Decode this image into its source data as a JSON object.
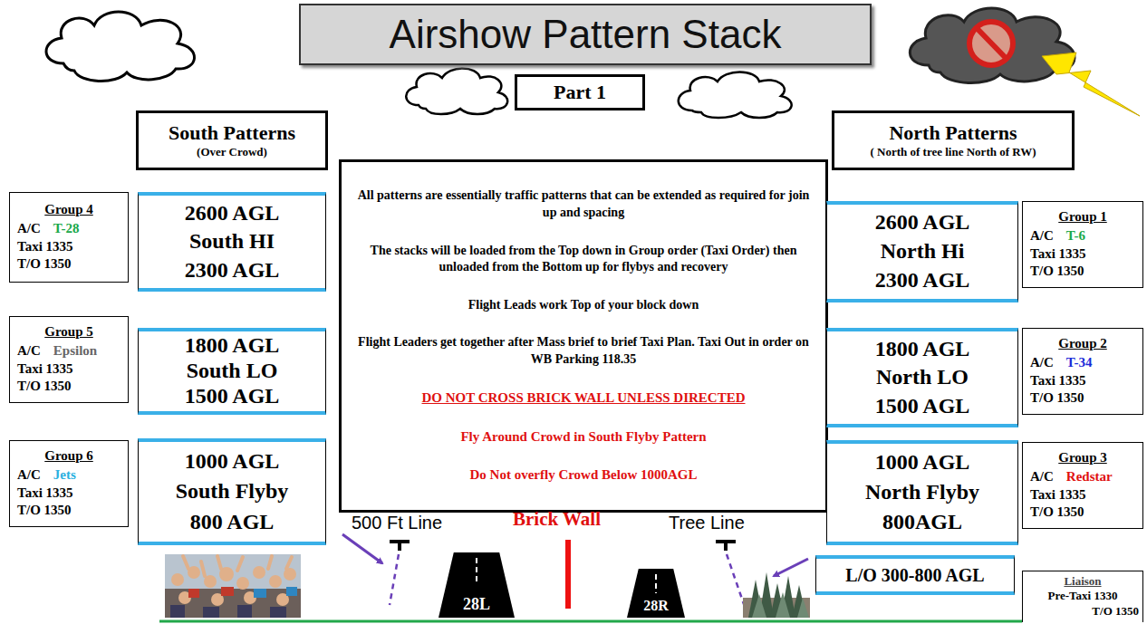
{
  "diagram": {
    "title": "Airshow Pattern Stack",
    "nodes": [
      {
        "text": [
          "Part 1"
        ]
      },
      {
        "text": [
          "South Patterns",
          "(Over Crowd)"
        ]
      },
      {
        "text": [
          "North Patterns",
          "( North of tree line North of RW)"
        ]
      },
      {
        "text": [
          "All patterns are essentially traffic patterns that can be extended as required for join up and spacing",
          "The stacks will be loaded from the Top down in Group order (Taxi Order) then unloaded from the Bottom up for flybys and recovery",
          "Flight Leads work Top of your block down",
          "Flight Leaders get together after Mass brief to brief Taxi Plan. Taxi Out in order on WB Parking 118.35",
          "DO NOT CROSS BRICK WALL UNLESS DIRECTED",
          "Fly Around Crowd in South Flyby Pattern",
          "Do Not overfly Crowd Below 1000AGL"
        ]
      },
      {
        "text": [
          "Group 4",
          "A/C",
          "T-28",
          "Taxi 1335",
          "T/O 1350"
        ]
      },
      {
        "text": [
          "2600 AGL",
          "South HI",
          "2300 AGL"
        ]
      },
      {
        "text": [
          "2600 AGL",
          "North Hi",
          "2300 AGL"
        ]
      },
      {
        "text": [
          "Group 1",
          "A/C",
          "T-6",
          "Taxi 1335",
          "T/O 1350"
        ]
      },
      {
        "text": [
          "Group 5",
          "A/C",
          "Epsilon",
          "Taxi 1335",
          "T/O 1350"
        ]
      },
      {
        "text": [
          "1800 AGL",
          "South LO",
          "1500 AGL"
        ]
      },
      {
        "text": [
          "1800 AGL",
          "North LO",
          "1500 AGL"
        ]
      },
      {
        "text": [
          "Group 2",
          "A/C",
          "T-34",
          "Taxi 1335",
          "T/O 1350"
        ]
      },
      {
        "text": [
          "Group 6",
          "A/C",
          "Jets",
          "Taxi 1335",
          "T/O 1350"
        ]
      },
      {
        "text": [
          "1000 AGL",
          "South Flyby",
          "800 AGL"
        ]
      },
      {
        "text": [
          "1000 AGL",
          "North Flyby",
          "800AGL"
        ]
      },
      {
        "text": [
          "Group 3",
          "A/C",
          "Redstar",
          "Taxi 1335",
          "T/O 1350"
        ]
      },
      {
        "text": [
          "28L"
        ]
      },
      {
        "text": [
          "28R"
        ]
      },
      {
        "text": [
          "L/O 300-800 AGL"
        ]
      },
      {
        "text": [
          "Liaison",
          "Pre-Taxi 1330",
          "T/O 1350"
        ]
      }
    ],
    "labels": [
      "500 Ft Line",
      "Brick Wall",
      "Tree Line"
    ]
  }
}
